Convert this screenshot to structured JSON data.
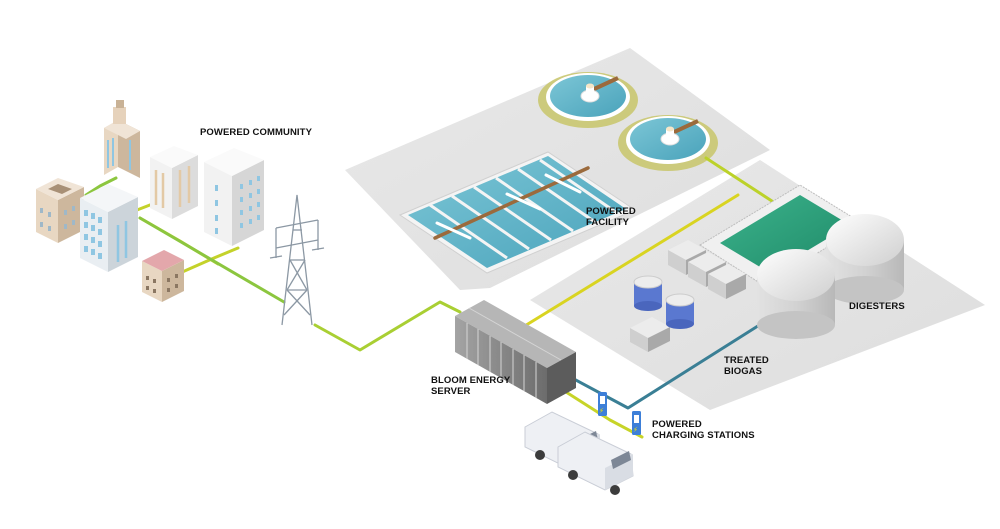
{
  "title": "Bloom Energy wastewater biogas power diagram",
  "labels": {
    "powered_community": "POWERED COMMUNITY",
    "powered_facility_1": "POWERED",
    "powered_facility_2": "FACILITY",
    "bloom_server_1": "BLOOM ENERGY",
    "bloom_server_2": "SERVER",
    "treated_biogas_1": "TREATED",
    "treated_biogas_2": "BIOGAS",
    "digesters": "DIGESTERS",
    "charging_1": "POWERED",
    "charging_2": "CHARGING STATIONS"
  },
  "colors": {
    "power_line_green": "#8cc63f",
    "power_line_yellow": "#e8d214",
    "biogas_line": "#3a7f95",
    "ground_plate": "#e3e3e3",
    "water": "#5fb3c8",
    "digester_water": "#2fa37f",
    "server": "#8a8a8a",
    "text": "#111111"
  }
}
